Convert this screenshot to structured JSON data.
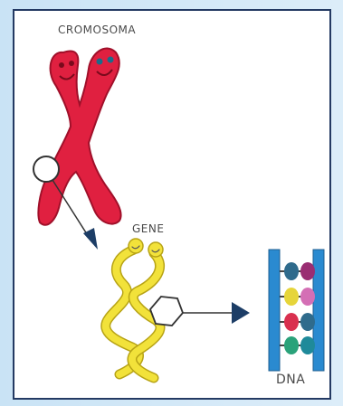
{
  "labels": {
    "chromosome": "CROMOSOMA",
    "gene": "GENE",
    "dna": "DNA"
  },
  "colors": {
    "chromosome": "#e02040",
    "chromosome_dark": "#a0102a",
    "gene": "#f2e23a",
    "gene_outline": "#b7a315",
    "dna_rail": "#2a8ad0",
    "arrow": "#1c3d66",
    "frame_border": "#243a63",
    "background": "#d8ecf8"
  }
}
